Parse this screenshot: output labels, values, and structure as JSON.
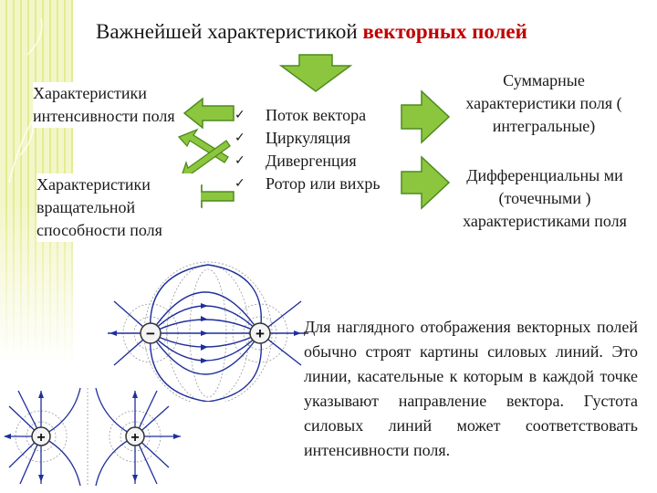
{
  "title": {
    "part1": "Важнейшей характеристикой ",
    "accent": "векторных полей"
  },
  "left_boxes": {
    "intensity": "Характеристики интенсивности поля",
    "rotation": "Характеристики вращательной способности поля"
  },
  "check_items": [
    {
      "mark": "✓",
      "label": "Поток вектора"
    },
    {
      "mark": "✓",
      "label": "Циркуляция"
    },
    {
      "mark": "✓",
      "label": "Дивергенция"
    },
    {
      "mark": "✓",
      "label": "Ротор или вихрь"
    }
  ],
  "right_boxes": {
    "integral": "Суммарные характеристики поля ( интегральные)",
    "differential": "Дифференциальны ми (точечными ) характеристиками поля"
  },
  "paragraph": "Для наглядного отображения векторных полей обычно строят картины силовых линий. Это линии, касательные к которым в каждой точке указывают направление вектора. Густота силовых линий может соответствовать интенсивности поля.",
  "figures": {
    "dipole": {
      "minus_sign": "−",
      "plus_sign": "+"
    },
    "like_charges": {
      "left_sign": "+",
      "right_sign": "+"
    }
  },
  "colors": {
    "title_accent": "#c00000",
    "arrow_fill": "#8cc63f",
    "arrow_stroke": "#4e8a1e",
    "field_line": "#1f2f9c",
    "stripe": "#e4ec8e"
  }
}
